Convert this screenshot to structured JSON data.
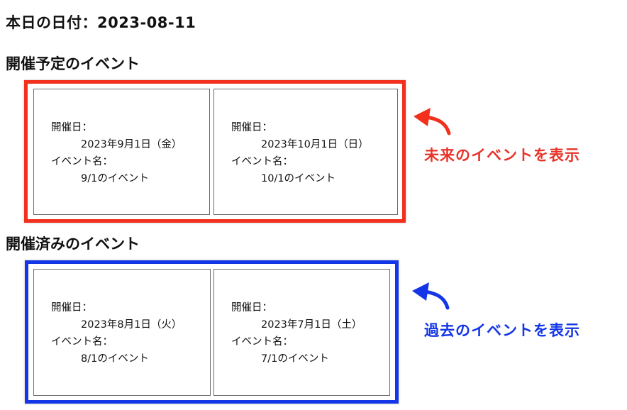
{
  "header": {
    "today_label": "本日の日付：2023-08-11"
  },
  "upcoming": {
    "title": "開催予定のイベント",
    "highlight_color": "#f2301c",
    "annotation": "未来のイベントを表示",
    "events": [
      {
        "date_label": "開催日：",
        "date": "2023年9月1日（金）",
        "name_label": "イベント名：",
        "name": "9/1のイベント"
      },
      {
        "date_label": "開催日：",
        "date": "2023年10月1日（日）",
        "name_label": "イベント名：",
        "name": "10/1のイベント"
      }
    ]
  },
  "past": {
    "title": "開催済みのイベント",
    "highlight_color": "#1436e6",
    "annotation": "過去のイベントを表示",
    "events": [
      {
        "date_label": "開催日：",
        "date": "2023年8月1日（火）",
        "name_label": "イベント名：",
        "name": "8/1のイベント"
      },
      {
        "date_label": "開催日：",
        "date": "2023年7月1日（土）",
        "name_label": "イベント名：",
        "name": "7/1のイベント"
      }
    ]
  },
  "icons": {
    "upcoming_arrow": "curved-arrow-left-up",
    "past_arrow": "curved-arrow-left-up"
  }
}
